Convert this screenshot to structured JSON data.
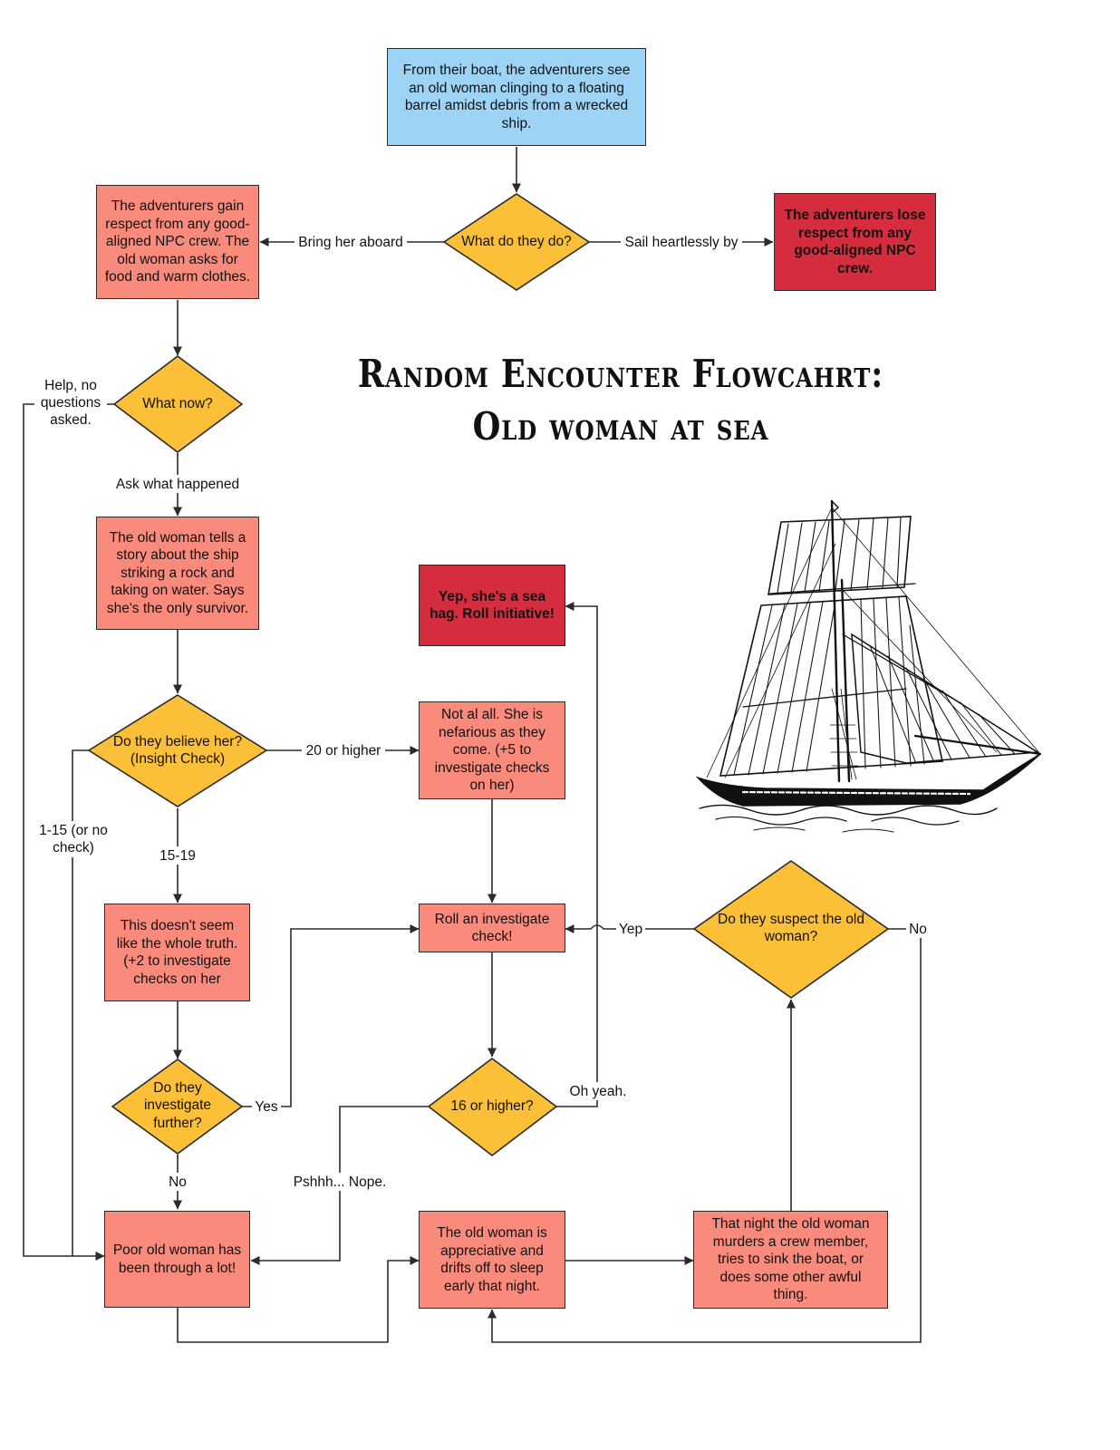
{
  "title": {
    "line1": "Random Encounter Flowcahrt:",
    "line2": "Old woman at sea"
  },
  "nodes": {
    "start": "From their boat, the adventurers see an old woman clinging to a floating barrel amidst debris from a wrecked ship.",
    "what_do_they_do": "What do they do?",
    "gain_respect": "The adventurers gain respect from any good-aligned NPC crew. The old woman asks for food and warm clothes.",
    "lose_respect": "The adventurers lose respect from any good-aligned NPC crew.",
    "what_now": "What now?",
    "story": "The old woman tells a story about the ship striking a rock and taking on water. Says she's the only survivor.",
    "believe_her": "Do they believe her? (Insight Check)",
    "not_at_all": "Not al all. She is nefarious as they come. (+5 to investigate checks on her)",
    "sea_hag": "Yep, she's a sea hag. Roll initiative!",
    "whole_truth": "This doesn't seem like the whole truth. (+2 to investigate checks on her",
    "roll_investigate": "Roll an investigate check!",
    "suspect": "Do they suspect the old woman?",
    "investigate_further": "Do they investigate further?",
    "sixteen_or_higher": "16 or higher?",
    "poor_old_woman": "Poor old woman has been through a lot!",
    "appreciative": "The old woman is appreciative and drifts off to sleep early that night.",
    "murders": "That night the old woman murders a crew member, tries to sink the boat, or does some other awful thing."
  },
  "edge_labels": {
    "bring_aboard": "Bring her aboard",
    "sail_by": "Sail heartlessly by",
    "help_no_questions": "Help, no questions asked.",
    "ask_what_happened": "Ask what happened",
    "twenty_or_higher": "20 or higher",
    "one_to_fifteen": "1-15 (or no check)",
    "fifteen_nineteen": "15-19",
    "yep": "Yep",
    "no_suspect": "No",
    "yes_investigate": "Yes",
    "oh_yeah": "Oh yeah.",
    "no_investigate": "No",
    "nope": "Pshhh... Nope."
  },
  "colors": {
    "start_fill": "#9dd4f5",
    "step_fill": "#fa8b7c",
    "end_fill": "#d62d3e",
    "decision_fill": "#fbbf38",
    "line": "#2b2b2b"
  },
  "icons": {
    "illustration": "sailing-ship-icon"
  }
}
